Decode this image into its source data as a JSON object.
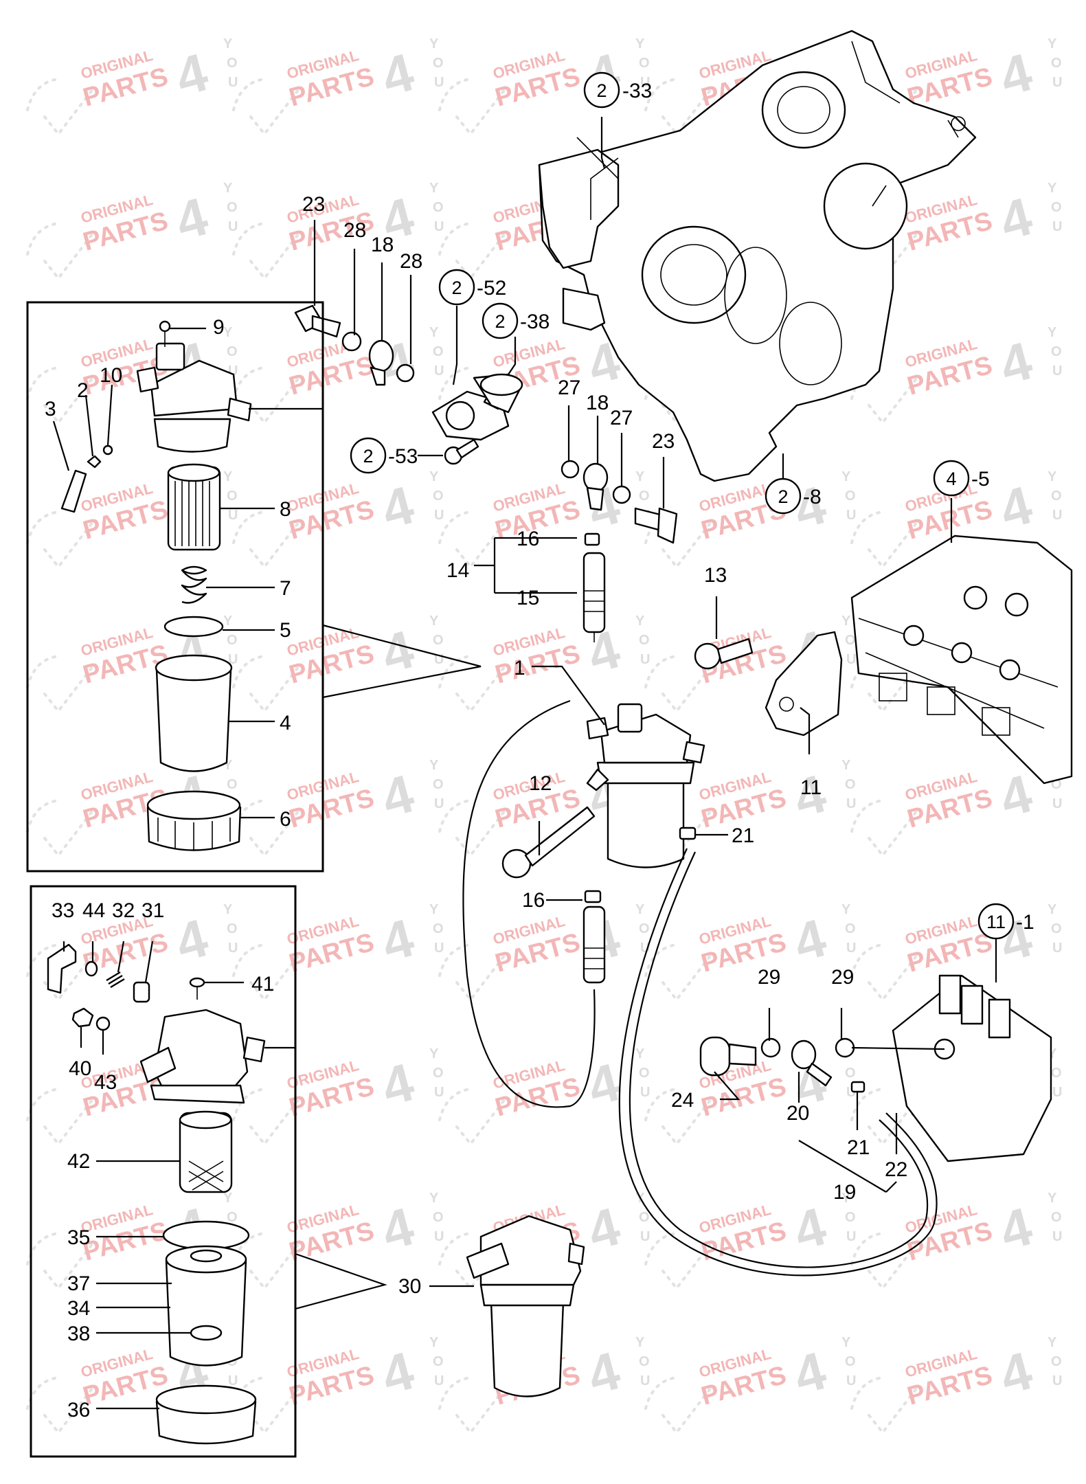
{
  "watermark": {
    "line1": "ORIGINAL",
    "line2": "PARTS",
    "big": "4",
    "y": "Y",
    "o": "O",
    "u": "U"
  },
  "labels": {
    "l1": "1",
    "l2": "2",
    "l3": "3",
    "l4": "4",
    "l5": "5",
    "l6": "6",
    "l7": "7",
    "l8": "8",
    "l9": "9",
    "l10": "10",
    "l11": "11",
    "l12": "12",
    "l13": "13",
    "l14": "14",
    "l15": "15",
    "l16a": "16",
    "l16b": "16",
    "l18a": "18",
    "l18b": "18",
    "l19": "19",
    "l20": "20",
    "l21a": "21",
    "l21b": "21",
    "l22": "22",
    "l23a": "23",
    "l23b": "23",
    "l24": "24",
    "l27a": "27",
    "l27b": "27",
    "l28a": "28",
    "l28b": "28",
    "l29a": "29",
    "l29b": "29",
    "l30": "30",
    "l31": "31",
    "l32": "32",
    "l33": "33",
    "l34": "34",
    "l35": "35",
    "l36": "36",
    "l37": "37",
    "l38": "38",
    "l40": "40",
    "l41": "41",
    "l42": "42",
    "l43": "43",
    "l44": "44"
  },
  "callouts": [
    {
      "num": "2",
      "suffix": "-33"
    },
    {
      "num": "2",
      "suffix": "-52"
    },
    {
      "num": "2",
      "suffix": "-38"
    },
    {
      "num": "2",
      "suffix": "-53"
    },
    {
      "num": "2",
      "suffix": "-8"
    },
    {
      "num": "4",
      "suffix": "-5"
    },
    {
      "num": "11",
      "suffix": "-1"
    }
  ]
}
